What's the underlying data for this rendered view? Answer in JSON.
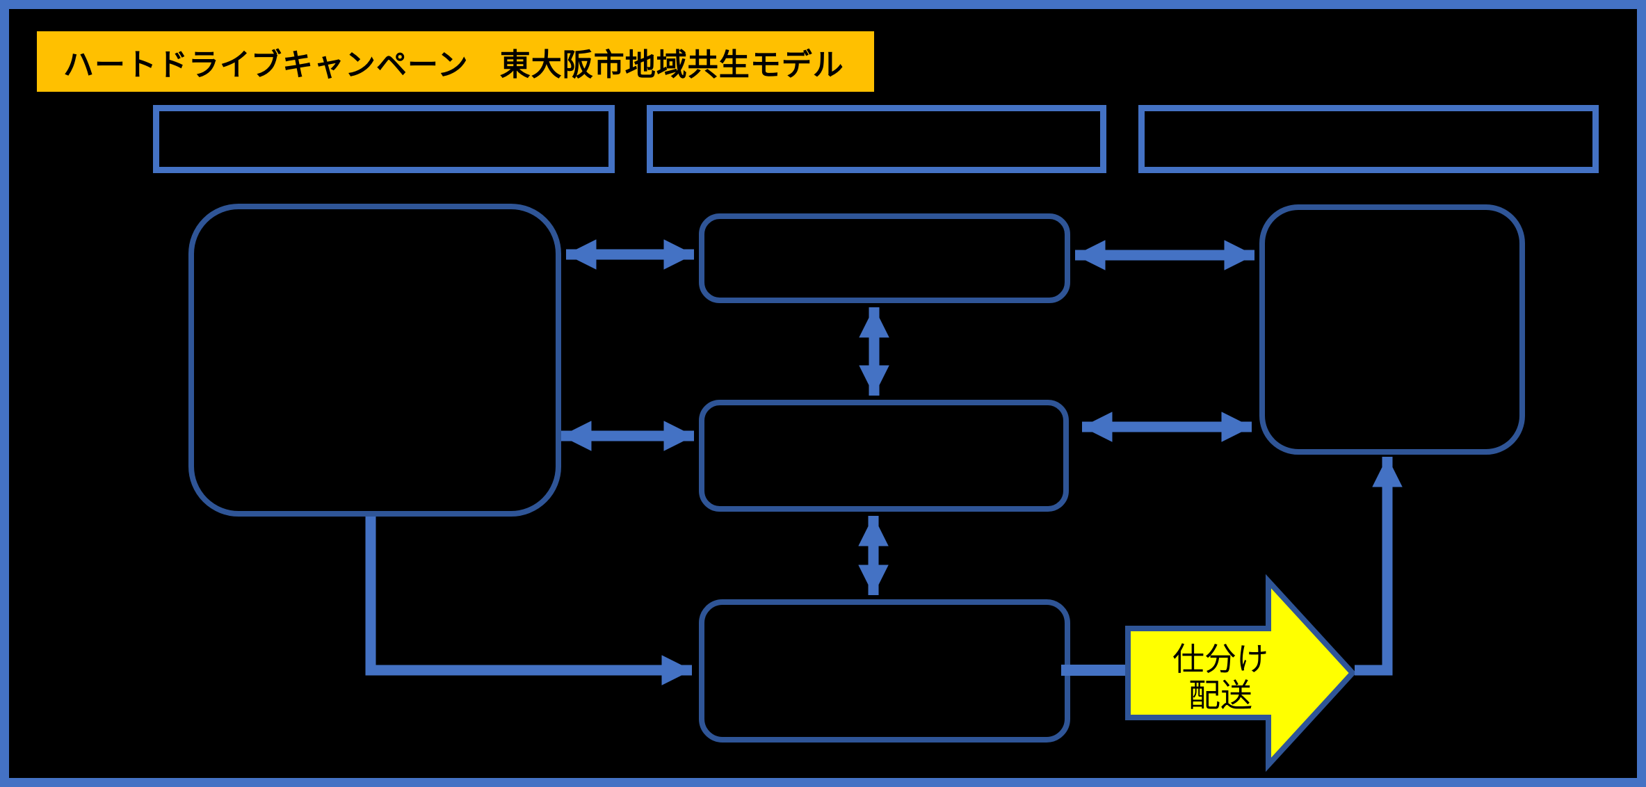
{
  "title": {
    "text": "ハートドライブキャンペーン　東大阪市地域共生モデル"
  },
  "yellow_arrow": {
    "line1": "仕分け",
    "line2": "配送"
  },
  "colors": {
    "background": "#000000",
    "outer_blue": "#4472C4",
    "arrow_blue": "#4472C4",
    "box_blue": "#2F5597",
    "banner_orange": "#FFC000",
    "arrow_yellow": "#FFFF00",
    "text_black": "#000000"
  }
}
